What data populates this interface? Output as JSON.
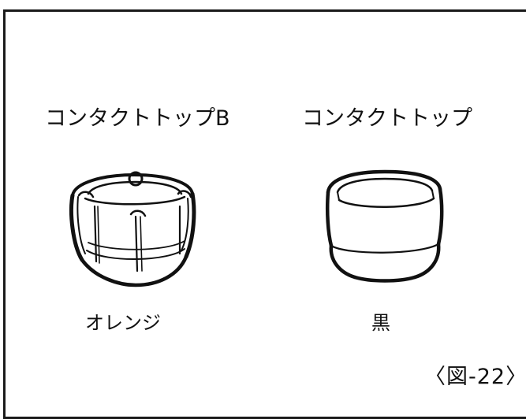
{
  "figure": {
    "left_part": {
      "title": "コンタクトトップB",
      "color_label": "オレンジ",
      "color": "#f39a3c"
    },
    "right_part": {
      "title": "コンタクトトップ",
      "color_label": "黒",
      "color": "#1a1a1a"
    },
    "figure_number": "〈図-22〉"
  }
}
